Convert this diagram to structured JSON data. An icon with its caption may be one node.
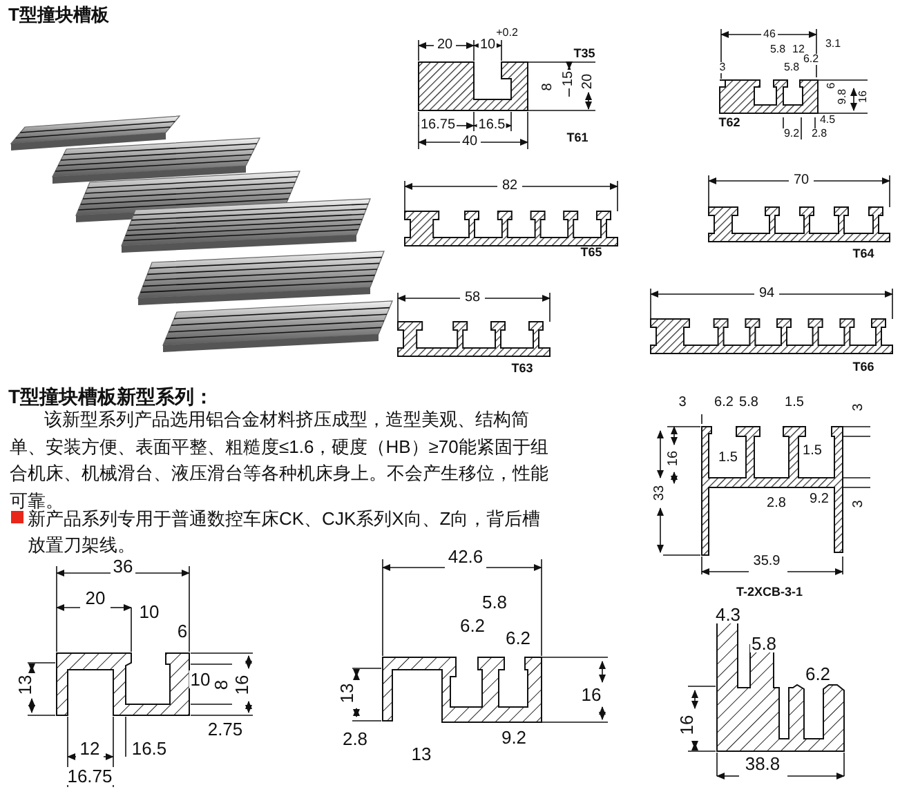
{
  "diagram": {
    "title": "T型撞块槽板",
    "labels": [
      "20",
      "10",
      "+0.2",
      "T35",
      "15",
      "20",
      "8",
      "16.75",
      "16.5",
      "40",
      "T61",
      "46",
      "3.1",
      "5.8",
      "12",
      "6.2",
      "3",
      "5.8",
      "6",
      "9.8",
      "16",
      "T62",
      "4.5",
      "9.2",
      "2.8",
      "82",
      "T65",
      "70",
      "T64",
      "58",
      "T63",
      "94",
      "T66",
      "T型撞块槽板新型系列：",
      "该新型系列产品选用铝合金材料挤压成型，造型美观、结构简单、安装方便、表面平整、粗糙度≤1.6，硬度（HB）≥70能紧固于组合机床、机械滑台、液压滑台等各种机床身上。不会产生移位，性能可靠。",
      "新产品系列专用于普通数控车床CK、CJK系列X向、Z向，背后槽放置刀架线。",
      "3",
      "6.2",
      "5.8",
      "1.5",
      "3",
      "16",
      "1.5",
      "1.5",
      "33",
      "2.8",
      "9.2",
      "3",
      "35.9",
      "T-2XCB-3-1",
      "36",
      "20",
      "10",
      "6",
      "13",
      "10",
      "8",
      "16",
      "2.75",
      "12",
      "16.5",
      "16.75",
      "42.6",
      "5.8",
      "6.2",
      "6.2",
      "13",
      "16",
      "2.8",
      "13",
      "9.2",
      "4.3",
      "5.8",
      "6.2",
      "16",
      "38.8"
    ]
  }
}
